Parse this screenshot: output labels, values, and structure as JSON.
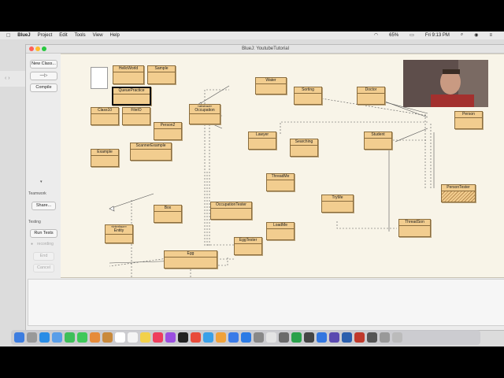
{
  "menubar": {
    "app_name": "BlueJ",
    "items": [
      "Project",
      "Edit",
      "Tools",
      "View",
      "Help"
    ],
    "battery": "65%",
    "clock": "Fri 9:13 PM"
  },
  "window": {
    "title": "BlueJ:  YoutubeTutorial"
  },
  "left_panel": {
    "new_class": "New Class...",
    "arrow": "—▷",
    "compile": "Compile",
    "teamwork_label": "Teamwork",
    "share": "Share...",
    "testing_label": "Testing",
    "run_tests": "Run Tests",
    "recording": "recording",
    "end": "End",
    "cancel": "Cancel"
  },
  "classes": {
    "helloworld": "HelloWorld",
    "sample": "Sample",
    "queuepractice": "QueuePractice",
    "water": "Water",
    "sorting": "Sorting",
    "doctor": "Doctor",
    "person": "Person",
    "class10": "Class10",
    "fileio": "FileIO",
    "occupation_stereo": "«abstract»",
    "occupation": "Occupation",
    "person2": "Person2",
    "lawyer": "Lawyer",
    "student": "Student",
    "searching": "Searching",
    "example": "Example",
    "scannerexample": "ScannerExample",
    "threadme": "ThreadMe",
    "persontester": "PersonTester",
    "tryme": "TryMe",
    "occupationtester": "OccupationTester",
    "box": "Box",
    "entity_stereo": "«interface»",
    "entity": "Entity",
    "loadme": "LoadMe",
    "threadson": "ThreadSon",
    "eggtester": "EggTester",
    "egg": "Egg"
  }
}
